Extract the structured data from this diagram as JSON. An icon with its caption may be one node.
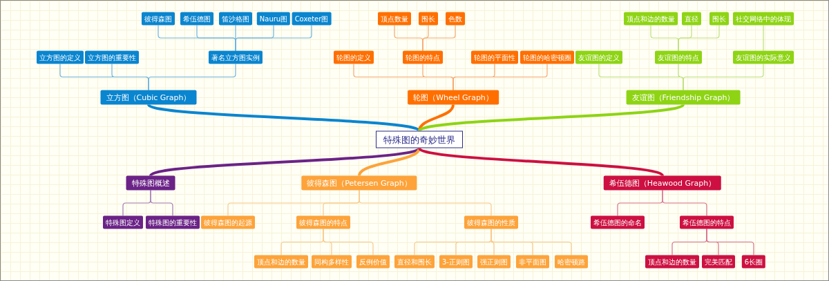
{
  "diagram": {
    "nodes": [
      {
        "text": [
          "特殊图的奇妙世界"
        ]
      },
      {
        "text": [
          "立方图（Cubic Graph）"
        ]
      },
      {
        "text": [
          "立方图的定义"
        ]
      },
      {
        "text": [
          "立方图的重要性"
        ]
      },
      {
        "text": [
          "著名立方图实例"
        ]
      },
      {
        "text": [
          "彼得森图"
        ]
      },
      {
        "text": [
          "希伍德图"
        ]
      },
      {
        "text": [
          "笛沙格图"
        ]
      },
      {
        "text": [
          "Nauru图"
        ]
      },
      {
        "text": [
          "Coxeter图"
        ]
      },
      {
        "text": [
          "轮图（Wheel Graph）"
        ]
      },
      {
        "text": [
          "轮图的定义"
        ]
      },
      {
        "text": [
          "轮图的特点"
        ]
      },
      {
        "text": [
          "轮图的平面性"
        ]
      },
      {
        "text": [
          "轮图的哈密顿圈"
        ]
      },
      {
        "text": [
          "顶点数量"
        ]
      },
      {
        "text": [
          "围长"
        ]
      },
      {
        "text": [
          "色数"
        ]
      },
      {
        "text": [
          "友谊图（Friendship Graph）"
        ]
      },
      {
        "text": [
          "友谊图的定义"
        ]
      },
      {
        "text": [
          "友谊图的特点"
        ]
      },
      {
        "text": [
          "友谊图的实际意义"
        ]
      },
      {
        "text": [
          "顶点和边的数量"
        ]
      },
      {
        "text": [
          "直径"
        ]
      },
      {
        "text": [
          "围长"
        ]
      },
      {
        "text": [
          "社交网络中的体现"
        ]
      },
      {
        "text": [
          "特殊图概述"
        ]
      },
      {
        "text": [
          "特殊图定义"
        ]
      },
      {
        "text": [
          "特殊图的重要性"
        ]
      },
      {
        "text": [
          "彼得森图（Petersen Graph）"
        ]
      },
      {
        "text": [
          "彼得森图的起源"
        ]
      },
      {
        "text": [
          "彼得森图的特点"
        ]
      },
      {
        "text": [
          "彼得森图的性质"
        ]
      },
      {
        "text": [
          "顶点和边的数量"
        ]
      },
      {
        "text": [
          "同构多样性"
        ]
      },
      {
        "text": [
          "反例价值"
        ]
      },
      {
        "text": [
          "直径和围长"
        ]
      },
      {
        "text": [
          "3-正则图"
        ]
      },
      {
        "text": [
          "强正则图"
        ]
      },
      {
        "text": [
          "非平面图"
        ]
      },
      {
        "text": [
          "哈密顿路"
        ]
      },
      {
        "text": [
          "希伍德图（Heawood Graph）"
        ]
      },
      {
        "text": [
          "希伍德图的命名"
        ]
      },
      {
        "text": [
          "希伍德图的特点"
        ]
      },
      {
        "text": [
          "顶点和边的数量"
        ]
      },
      {
        "text": [
          "完美匹配"
        ]
      },
      {
        "text": [
          "6长圈"
        ]
      }
    ],
    "edges": [
      {
        "from": 0,
        "to": 1,
        "arrow": "none",
        "style": "thick",
        "color": "#0a85cf"
      },
      {
        "from": 1,
        "to": 2,
        "arrow": "none",
        "color": "#6db3e0"
      },
      {
        "from": 1,
        "to": 3,
        "arrow": "none",
        "color": "#6db3e0"
      },
      {
        "from": 1,
        "to": 4,
        "arrow": "none",
        "color": "#6db3e0"
      },
      {
        "from": 4,
        "to": 5,
        "arrow": "none",
        "color": "#6db3e0"
      },
      {
        "from": 4,
        "to": 6,
        "arrow": "none",
        "color": "#6db3e0"
      },
      {
        "from": 4,
        "to": 7,
        "arrow": "none",
        "color": "#6db3e0"
      },
      {
        "from": 4,
        "to": 8,
        "arrow": "none",
        "color": "#6db3e0"
      },
      {
        "from": 4,
        "to": 9,
        "arrow": "none",
        "color": "#6db3e0"
      },
      {
        "from": 0,
        "to": 10,
        "arrow": "none",
        "style": "thick",
        "color": "#ff6f00"
      },
      {
        "from": 10,
        "to": 11,
        "arrow": "none",
        "color": "#f5a870"
      },
      {
        "from": 10,
        "to": 12,
        "arrow": "none",
        "color": "#f5a870"
      },
      {
        "from": 10,
        "to": 13,
        "arrow": "none",
        "color": "#f5a870"
      },
      {
        "from": 10,
        "to": 14,
        "arrow": "none",
        "color": "#f5a870"
      },
      {
        "from": 12,
        "to": 15,
        "arrow": "none",
        "color": "#f5a870"
      },
      {
        "from": 12,
        "to": 16,
        "arrow": "none",
        "color": "#f5a870"
      },
      {
        "from": 12,
        "to": 17,
        "arrow": "none",
        "color": "#f5a870"
      },
      {
        "from": 0,
        "to": 18,
        "arrow": "none",
        "style": "thick",
        "color": "#8ed414"
      },
      {
        "from": 18,
        "to": 19,
        "arrow": "none",
        "color": "#bde07a"
      },
      {
        "from": 18,
        "to": 20,
        "arrow": "none",
        "color": "#bde07a"
      },
      {
        "from": 18,
        "to": 21,
        "arrow": "none",
        "color": "#bde07a"
      },
      {
        "from": 20,
        "to": 22,
        "arrow": "none",
        "color": "#bde07a"
      },
      {
        "from": 20,
        "to": 23,
        "arrow": "none",
        "color": "#bde07a"
      },
      {
        "from": 20,
        "to": 24,
        "arrow": "none",
        "color": "#bde07a"
      },
      {
        "from": 21,
        "to": 25,
        "arrow": "none",
        "color": "#bde07a"
      },
      {
        "from": 0,
        "to": 26,
        "arrow": "none",
        "style": "thick",
        "color": "#6b2387"
      },
      {
        "from": 26,
        "to": 27,
        "arrow": "none",
        "color": "#a27ab3"
      },
      {
        "from": 26,
        "to": 28,
        "arrow": "none",
        "color": "#a27ab3"
      },
      {
        "from": 0,
        "to": 29,
        "arrow": "none",
        "style": "thick",
        "color": "#fda33a"
      },
      {
        "from": 29,
        "to": 30,
        "arrow": "none",
        "color": "#f9c98a"
      },
      {
        "from": 29,
        "to": 31,
        "arrow": "none",
        "color": "#f9c98a"
      },
      {
        "from": 29,
        "to": 32,
        "arrow": "none",
        "color": "#f9c98a"
      },
      {
        "from": 31,
        "to": 33,
        "arrow": "none",
        "color": "#f9c98a"
      },
      {
        "from": 31,
        "to": 34,
        "arrow": "none",
        "color": "#f9c98a"
      },
      {
        "from": 31,
        "to": 35,
        "arrow": "none",
        "color": "#f9c98a"
      },
      {
        "from": 32,
        "to": 36,
        "arrow": "none",
        "color": "#f9c98a"
      },
      {
        "from": 32,
        "to": 37,
        "arrow": "none",
        "color": "#f9c98a"
      },
      {
        "from": 32,
        "to": 38,
        "arrow": "none",
        "color": "#f9c98a"
      },
      {
        "from": 32,
        "to": 39,
        "arrow": "none",
        "color": "#f9c98a"
      },
      {
        "from": 32,
        "to": 40,
        "arrow": "none",
        "color": "#f9c98a"
      },
      {
        "from": 0,
        "to": 41,
        "arrow": "none",
        "style": "thick",
        "color": "#cd1041"
      },
      {
        "from": 41,
        "to": 42,
        "arrow": "none",
        "color": "#d9708c"
      },
      {
        "from": 41,
        "to": 43,
        "arrow": "none",
        "color": "#d9708c"
      },
      {
        "from": 43,
        "to": 44,
        "arrow": "none",
        "color": "#d9708c"
      },
      {
        "from": 43,
        "to": 45,
        "arrow": "none",
        "color": "#d9708c"
      },
      {
        "from": 43,
        "to": 46,
        "arrow": "none",
        "color": "#d9708c"
      }
    ]
  }
}
